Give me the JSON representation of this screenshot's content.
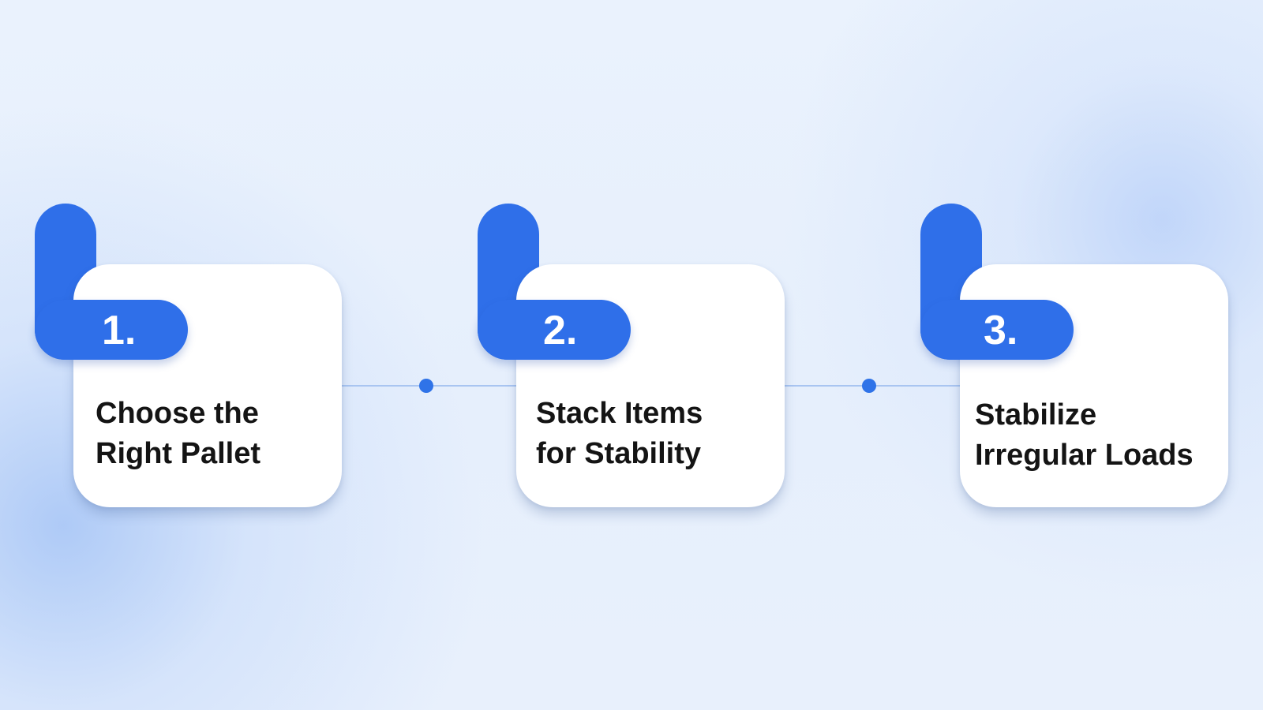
{
  "steps": [
    {
      "number": "1.",
      "title": "Choose the\nRight Pallet"
    },
    {
      "number": "2.",
      "title": "Stack Items\nfor Stability"
    },
    {
      "number": "3.",
      "title": "Stabilize\nIrregular Loads"
    }
  ],
  "colors": {
    "accent": "#2f6fe9",
    "connector": "#a9c5f1",
    "dot": "#2f73e8",
    "card": "#ffffff",
    "text": "#141414"
  }
}
